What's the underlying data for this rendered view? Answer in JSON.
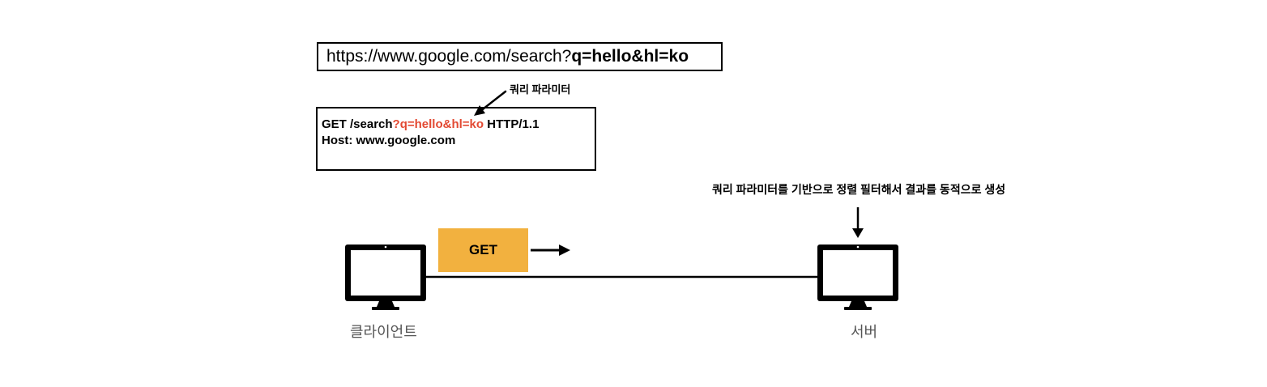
{
  "url_bar": {
    "base": "https://www.google.com/search?",
    "query": "q=hello&hl=ko"
  },
  "query_param_label": "쿼리 파라미터",
  "http_request": {
    "method_path": "GET /search",
    "query": "?q=hello&hl=ko",
    "version": " HTTP/1.1",
    "host_line": "Host: www.google.com"
  },
  "server_note": "쿼리 파라미터를 기반으로 정렬 필터해서 결과를 동적으로 생성",
  "get_badge": "GET",
  "client_label": "클라이언트",
  "server_label": "서버",
  "colors": {
    "query_highlight": "#e34a33",
    "badge_fill": "#f2b13f"
  },
  "icons": [
    "client-monitor-icon",
    "server-monitor-icon",
    "arrow-icon"
  ]
}
